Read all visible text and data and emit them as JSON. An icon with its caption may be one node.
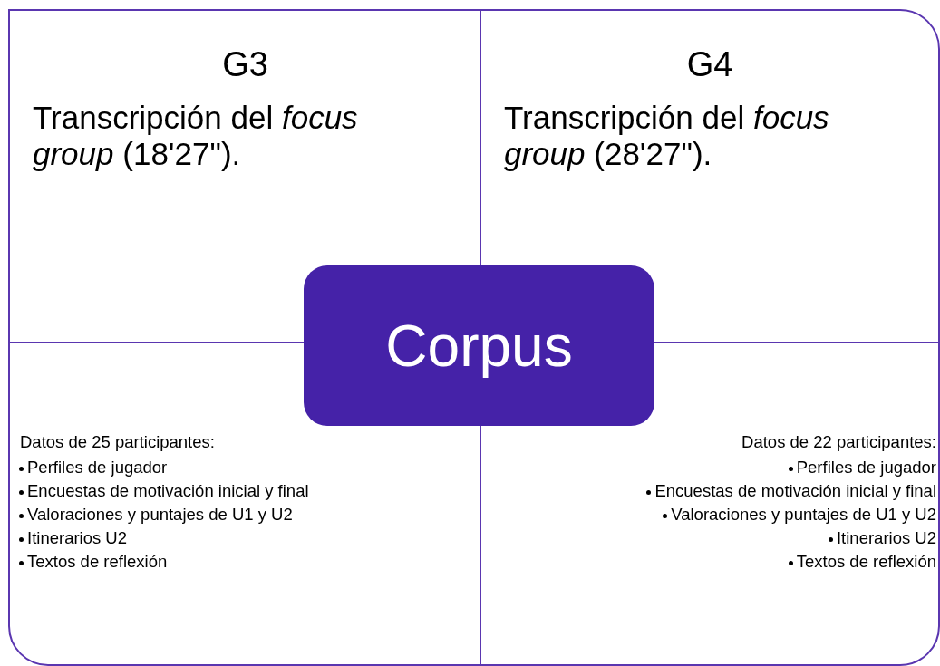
{
  "diagram": {
    "nodes": [
      {
        "text": [
          "G3",
          "Transcripción del *focus group* (18'27\")."
        ]
      },
      {
        "text": [
          "G4",
          "Transcripción del *focus group* (28'27\")."
        ]
      },
      {
        "text": [
          "Corpus"
        ]
      },
      {
        "text": [
          "Datos de 25 participantes:",
          "Perfiles de jugador",
          "Encuestas de motivación inicial y final",
          "Valoraciones y puntajes de U1 y U2",
          "Itinerarios U2",
          "Textos de reflexión"
        ]
      },
      {
        "text": [
          "Datos de 22 participantes:",
          "Perfiles de jugador",
          "Encuestas de motivación inicial y final",
          "Valoraciones y puntajes de U1 y U2",
          "Itinerarios U2",
          "Textos de reflexión"
        ]
      }
    ],
    "edges": []
  }
}
